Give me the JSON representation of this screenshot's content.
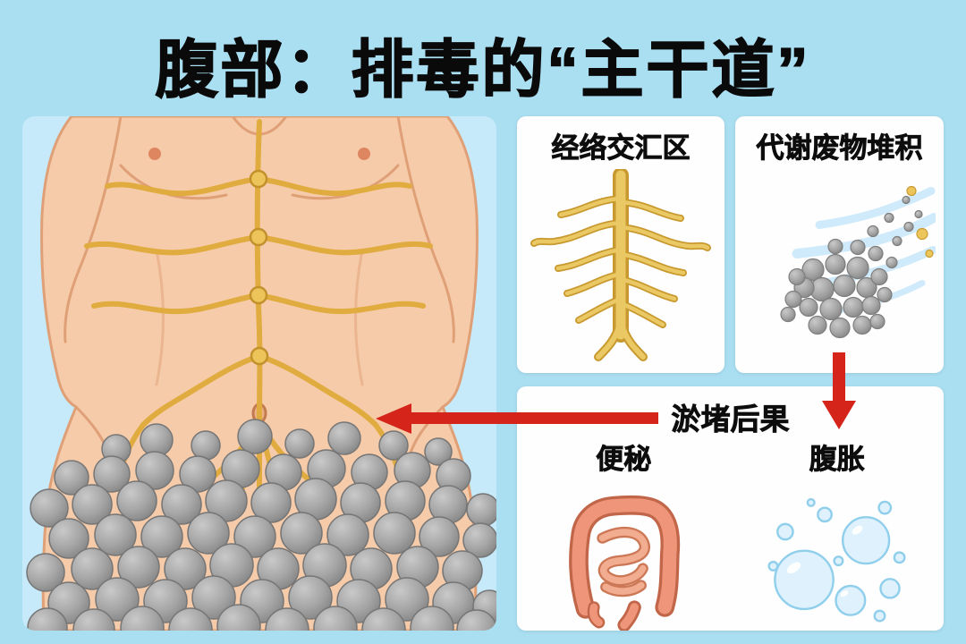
{
  "title": "腹部：排毒的“主干道”",
  "panels": {
    "meridian": {
      "title": "经络交汇区"
    },
    "waste": {
      "title": "代谢废物堆积"
    },
    "consequences": {
      "title": "淤堵后果",
      "items": [
        {
          "label": "便秘"
        },
        {
          "label": "腹胀"
        }
      ]
    }
  },
  "colors": {
    "background": "#aadff2",
    "panel_background": "#fefefe",
    "torso_background": "#c6eafa",
    "arrow_red": "#d5251b",
    "meridian_gold": "#e0ab3f",
    "skin": "#f6cba9",
    "toxin_gray": "#a5a5a5",
    "bubble_blue": "#def1fc",
    "intestine_coral": "#ef967a",
    "title_black": "#0a0a0a"
  }
}
